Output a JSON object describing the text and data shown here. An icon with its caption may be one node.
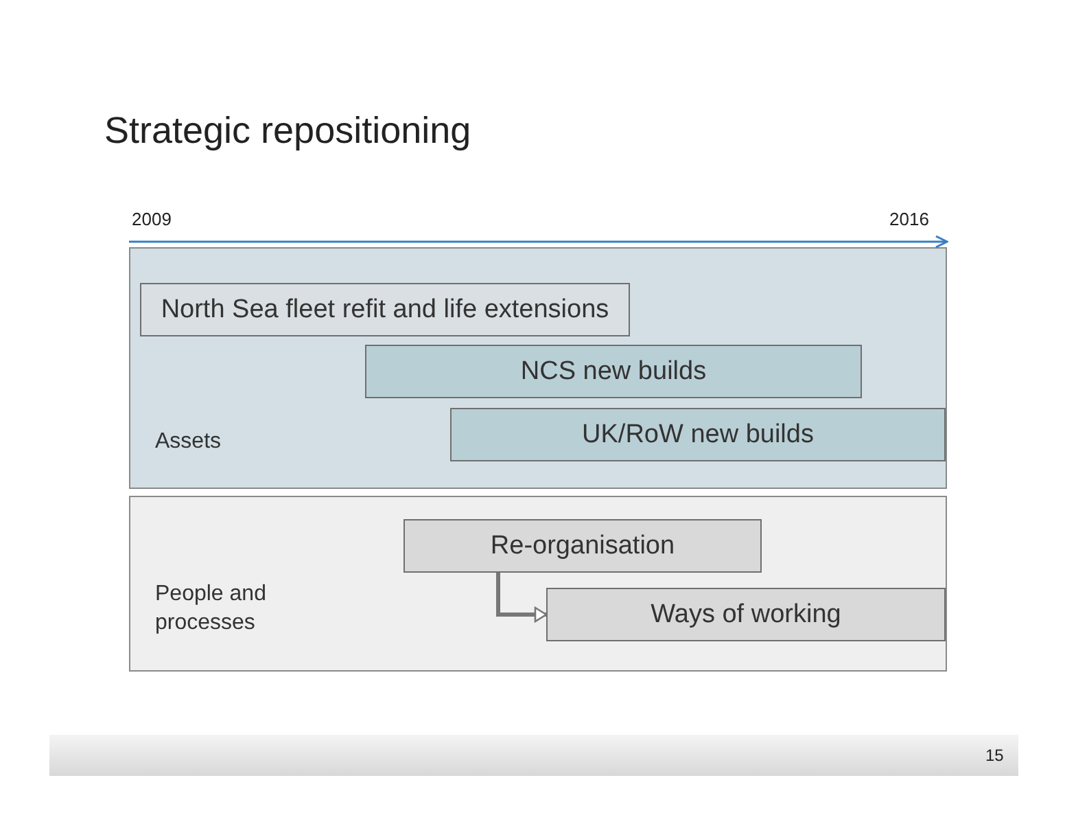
{
  "diagram": {
    "title": "Strategic repositioning",
    "nodes": [
      {
        "text": [
          "Assets"
        ]
      },
      {
        "text": [
          "North Sea fleet refit and life extensions"
        ],
        "in": 0
      },
      {
        "text": [
          "NCS new builds"
        ],
        "in": 0
      },
      {
        "text": [
          "UK/RoW new builds"
        ],
        "in": 0
      },
      {
        "text": [
          "People and processes"
        ]
      },
      {
        "text": [
          "Re-organisation"
        ],
        "in": 4
      },
      {
        "text": [
          "Ways of working"
        ],
        "in": 4
      }
    ],
    "edges": [
      {
        "from": 5,
        "to": 6,
        "arrow": "to"
      }
    ],
    "labels": [
      "2009",
      "2016",
      "15"
    ]
  }
}
